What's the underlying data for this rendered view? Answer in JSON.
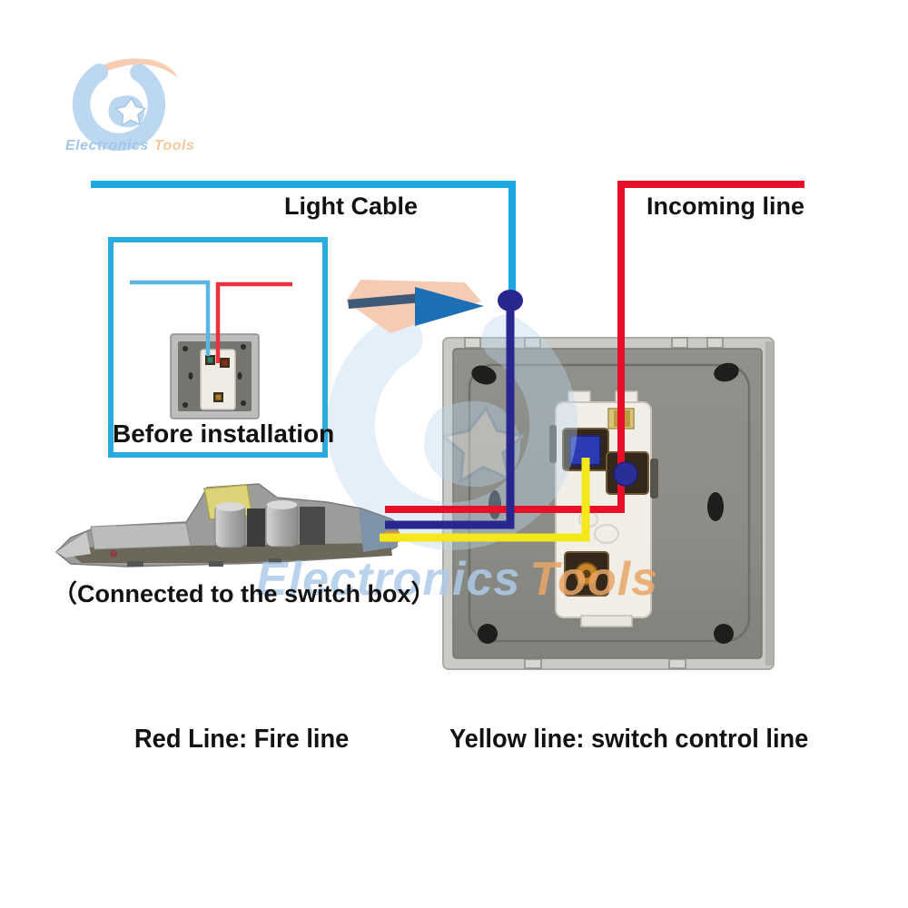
{
  "logo": {
    "brand_blue": "Electronics",
    "brand_orange": "Tools"
  },
  "watermark": {
    "brand_blue": "Electronics",
    "brand_orange": "Tools"
  },
  "labels": {
    "light_cable": "Light Cable",
    "incoming_line": "Incoming line",
    "before_installation": "Before installation",
    "connected_switch_box": "（Connected to the switch box）",
    "red_line_legend": "Red Line: Fire line",
    "yellow_line_legend": "Yellow line: switch control line"
  },
  "colors": {
    "light_cable_blue": "#1BA7E1",
    "incoming_red": "#E90F28",
    "neutral_navy": "#28278F",
    "switch_control_yellow": "#F4E81A",
    "box_border_blue": "#2BA9E1",
    "inbox_blue_wire": "#5AB4E4",
    "inbox_red_wire": "#ED2F3E",
    "arrow_head_blue": "#1D6FB5",
    "arrow_shaft_slate": "#3E5878",
    "arrow_shadow_peach": "#F6CBB4",
    "panel_frame_gray": "#C9CAC5",
    "panel_face_gray": "#8F908A",
    "watermark_blue": "#BCD7F0",
    "watermark_orange": "#F8CDB2"
  },
  "icons": {
    "logo_swirl": "g-swirl-logo",
    "arrow_right": "right-arrow",
    "junction_dot": "wire-junction-dot"
  }
}
